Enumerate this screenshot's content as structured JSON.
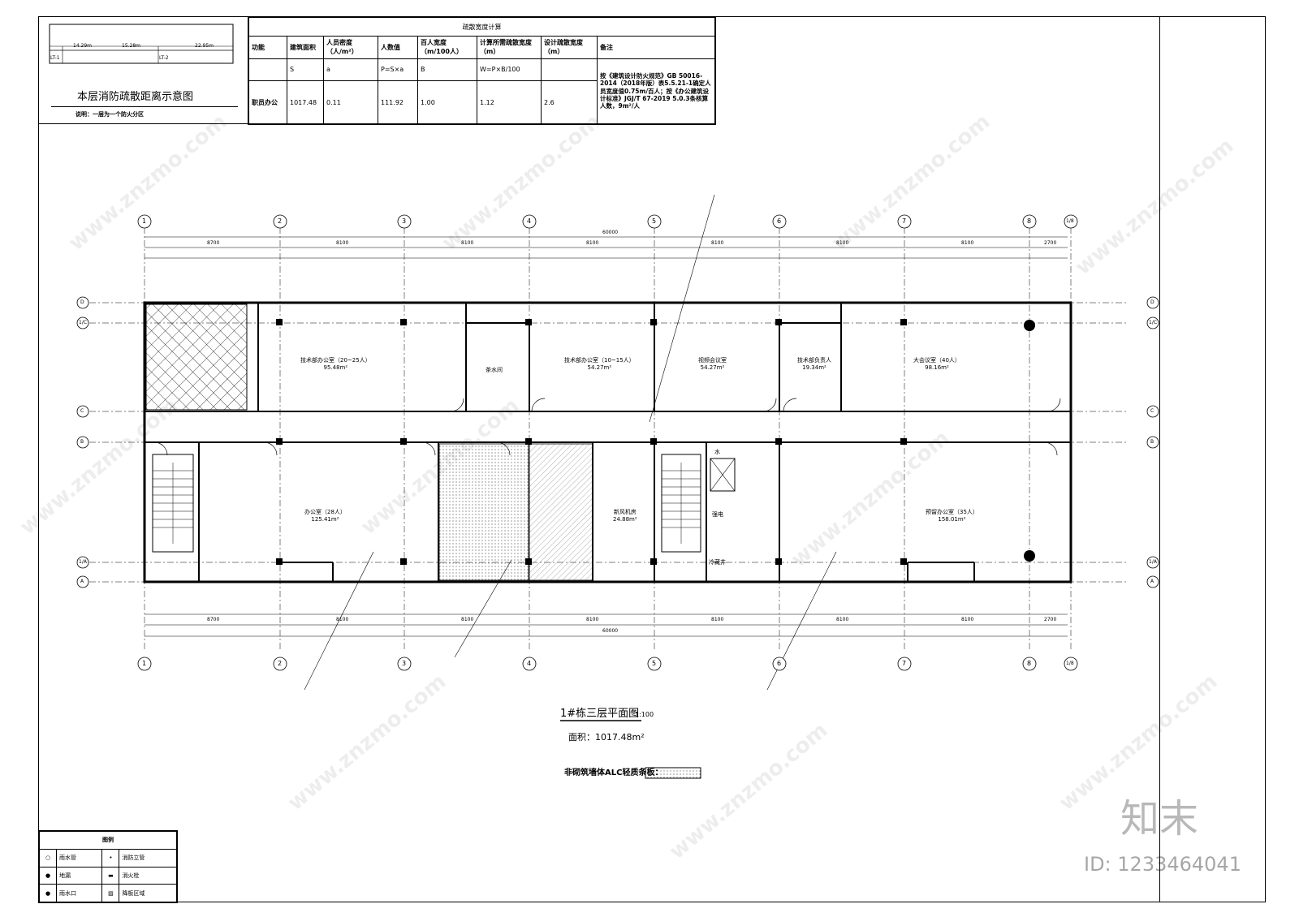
{
  "evac_diagram": {
    "title": "本层消防疏散距离示意图",
    "note": "说明：一层为一个防火分区",
    "lengths": [
      "14.29m",
      "15.28m",
      "22.95m"
    ],
    "tags": [
      "LT-1",
      "LT-2"
    ]
  },
  "calc_table": {
    "title": "疏散宽度计算",
    "headers": [
      "功能",
      "建筑面积",
      "人员密度（人/m²）",
      "人数值",
      "百人宽度（m/100人）",
      "计算所需疏散宽度（m）",
      "设计疏散宽度（m）",
      "备注"
    ],
    "symbols": [
      "",
      "S",
      "a",
      "P=S×a",
      "B",
      "W=P×B/100",
      "",
      ""
    ],
    "row": [
      "职员办公",
      "1017.48",
      "0.11",
      "111.92",
      "1.00",
      "1.12",
      "2.6",
      ""
    ],
    "note": "按《建筑设计防火规范》GB 50016-2014（2018年版）表5.5.21-1确定人员宽度值0.75m/百人；按《办公建筑设计标准》JGJ/T 67-2019 5.0.3条核算人数，9m²/人"
  },
  "axes": {
    "labels": [
      "1",
      "2",
      "3",
      "4",
      "5",
      "6",
      "7",
      "8",
      "1/8"
    ],
    "rows": [
      "D",
      "1/C",
      "C",
      "B",
      "1/A",
      "A"
    ],
    "spans_top": [
      "8700",
      "8100",
      "8100",
      "8100",
      "8100",
      "8100",
      "8100",
      "2700"
    ],
    "total": "60000"
  },
  "rooms": {
    "r1": {
      "name": "技术部办公室（20~25人）",
      "area": "95.48m²"
    },
    "r2": {
      "name": "茶水间",
      "area": ""
    },
    "r3": {
      "name": "技术部办公室（10~15人）",
      "area": "54.27m²"
    },
    "r4": {
      "name": "视频会议室",
      "area": "54.27m²"
    },
    "r5": {
      "name": "技术部负责人",
      "area": "19.34m²"
    },
    "r6": {
      "name": "大会议室（40人）",
      "area": "98.16m²"
    },
    "r7": {
      "name": "办公室（28人）",
      "area": "125.41m²"
    },
    "r8": {
      "name": "新风机房",
      "area": "24.88m²"
    },
    "r9": {
      "name": "预留办公室（35人）",
      "area": "158.01m²"
    },
    "r10": {
      "name": "强电",
      "area": ""
    },
    "r11": {
      "name": "冷藏井",
      "area": ""
    },
    "r12": {
      "name": "水",
      "area": ""
    }
  },
  "plan": {
    "title": "1#栋三层平面图",
    "scale": "1:100",
    "area": "面积：1017.48m²",
    "alc_note": "非砌筑墙体ALC轻质条板："
  },
  "legend": {
    "title": "图例",
    "items": [
      {
        "label": "雨水管",
        "symbol": "○"
      },
      {
        "label": "消防立管",
        "symbol": "•"
      },
      {
        "label": "地漏",
        "symbol": "●"
      },
      {
        "label": "消火栓",
        "symbol": "▬"
      },
      {
        "label": "雨水口",
        "symbol": "●"
      },
      {
        "label": "降板区域",
        "symbol": "▨"
      }
    ]
  },
  "watermark": {
    "site": "www.znzmo.com",
    "logo": "知末",
    "id": "ID: 1233464041"
  }
}
